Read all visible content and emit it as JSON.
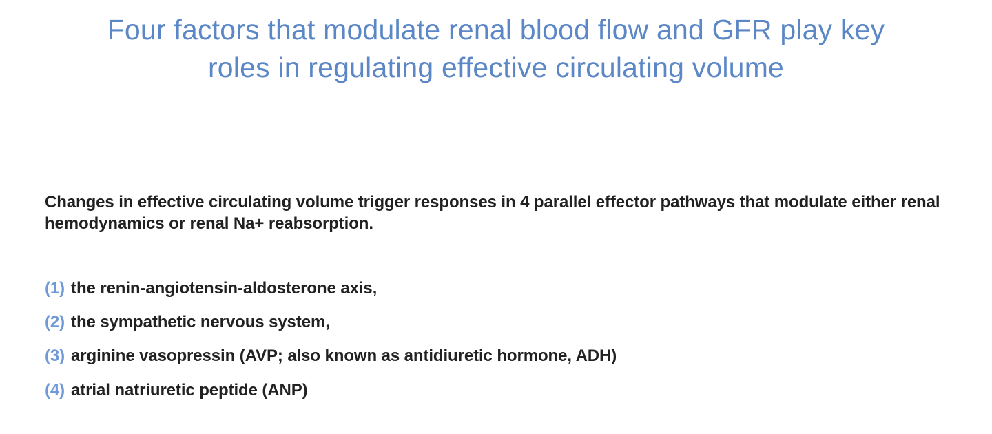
{
  "slide": {
    "title": {
      "line1": "Four factors that modulate renal blood flow and GFR play key",
      "line2": "roles in regulating effective circulating volume"
    },
    "paragraph": "Changes in effective circulating volume trigger responses in 4 parallel effector pathways that modulate either renal hemodynamics or renal Na+ reabsorption.",
    "list": [
      {
        "num": "(1)",
        "text": "the renin-angiotensin-aldosterone axis,"
      },
      {
        "num": "(2)",
        "text": "the sympathetic nervous system,"
      },
      {
        "num": "(3)",
        "text": "arginine vasopressin (AVP; also known as antidiuretic hormone, ADH)"
      },
      {
        "num": "(4)",
        "text": "atrial natriuretic peptide (ANP)"
      }
    ],
    "colors": {
      "title_blue": "#5b87c6",
      "number_blue": "#6f9ad7",
      "body_text": "#212121",
      "background": "#ffffff"
    }
  }
}
